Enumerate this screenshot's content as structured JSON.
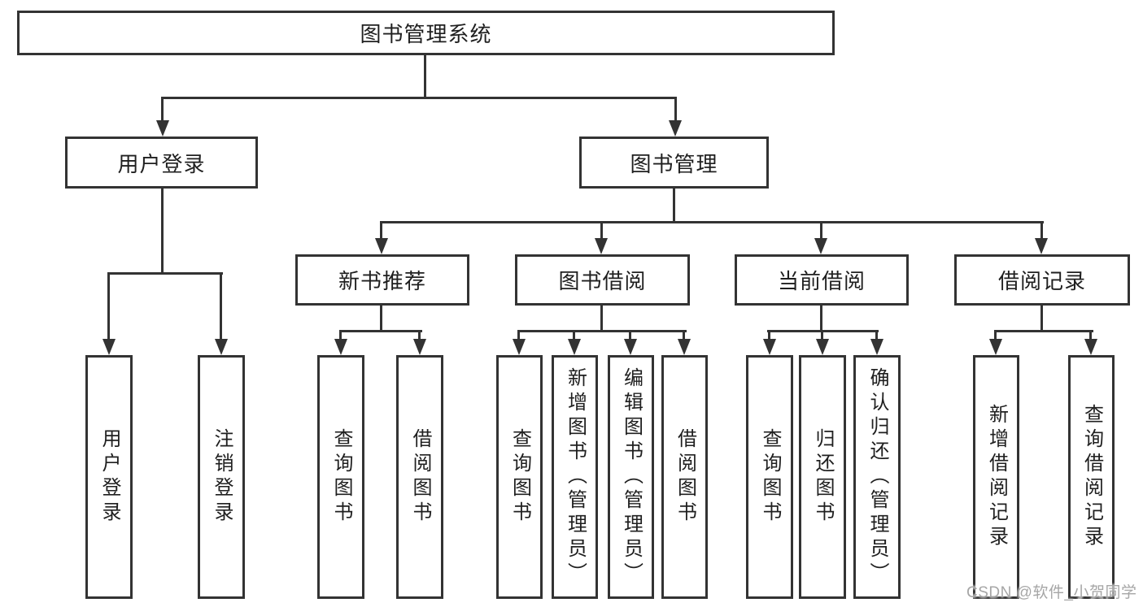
{
  "diagram": {
    "root": {
      "label": "图书管理系统"
    },
    "level2": [
      {
        "id": "user-login",
        "label": "用户登录"
      },
      {
        "id": "book-management",
        "label": "图书管理"
      }
    ],
    "level3": [
      {
        "id": "new-book-recommend",
        "label": "新书推荐"
      },
      {
        "id": "book-borrowing",
        "label": "图书借阅"
      },
      {
        "id": "current-borrowing",
        "label": "当前借阅"
      },
      {
        "id": "borrowing-records",
        "label": "借阅记录"
      }
    ],
    "level4": [
      {
        "parent": "用户登录",
        "label": "用户登录"
      },
      {
        "parent": "用户登录",
        "label": "注销登录"
      },
      {
        "parent": "新书推荐",
        "label": "查询图书"
      },
      {
        "parent": "新书推荐",
        "label": "借阅图书"
      },
      {
        "parent": "图书借阅",
        "label": "查询图书"
      },
      {
        "parent": "图书借阅",
        "label": "新增图书（管理员）"
      },
      {
        "parent": "图书借阅",
        "label": "编辑图书（管理员）"
      },
      {
        "parent": "图书借阅",
        "label": "借阅图书"
      },
      {
        "parent": "当前借阅",
        "label": "查询图书"
      },
      {
        "parent": "当前借阅",
        "label": "归还图书"
      },
      {
        "parent": "当前借阅",
        "label": "确认归还（管理员）"
      },
      {
        "parent": "借阅记录",
        "label": "新增借阅记录"
      },
      {
        "parent": "借阅记录",
        "label": "查询借阅记录"
      }
    ]
  },
  "watermark": {
    "text": "CSDN @软件_小贺同学"
  },
  "colors": {
    "line": "#333333",
    "text": "#1f1f1f",
    "watermark_text": "#a6a6a6",
    "background": "#ffffff"
  }
}
